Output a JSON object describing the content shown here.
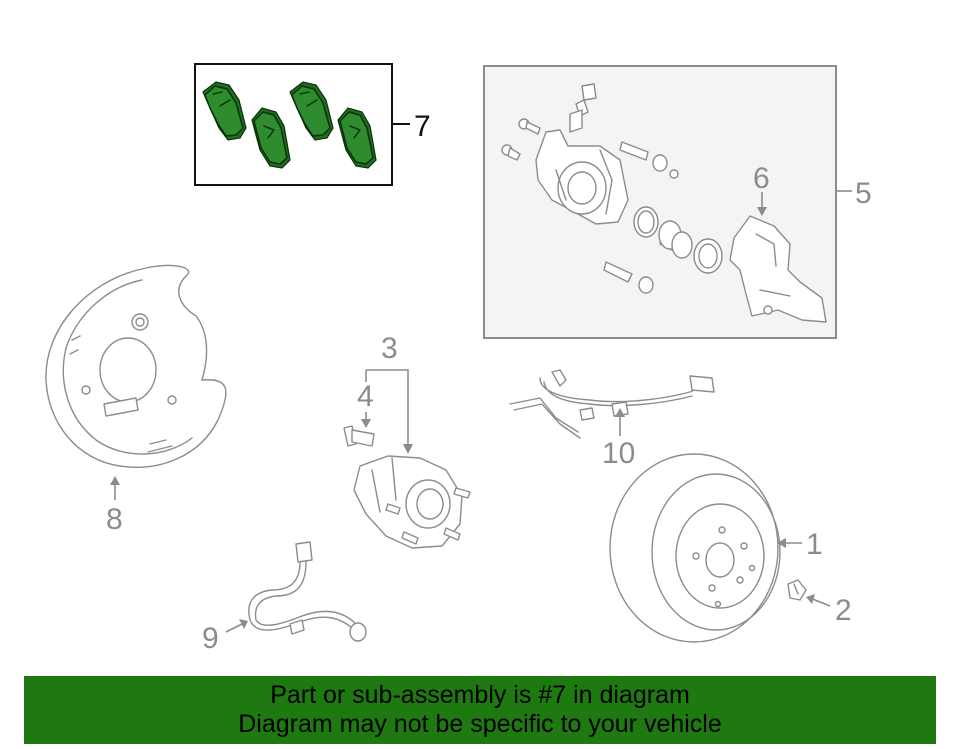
{
  "callouts": {
    "c1": "1",
    "c2": "2",
    "c3": "3",
    "c4": "4",
    "c5": "5",
    "c6": "6",
    "c7": "7",
    "c8": "8",
    "c9": "9",
    "c10": "10"
  },
  "highlighted_part": "7",
  "colors": {
    "highlight_fill": "#2e8b2e",
    "banner_background": "#1e7a10",
    "line_art": "#8c8c8c",
    "callout_box_fill": "#f4f4f4"
  },
  "banner": {
    "line1": "Part or sub-assembly is #7 in diagram",
    "line2": "Diagram may not be specific to your vehicle"
  }
}
